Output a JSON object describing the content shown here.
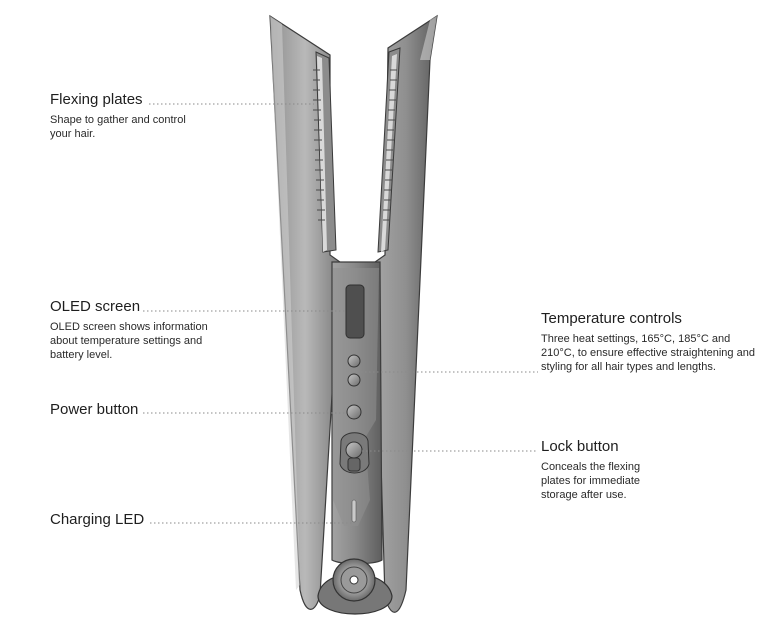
{
  "callouts": {
    "flexing_plates": {
      "title": "Flexing plates",
      "description": "Shape to gather and control your hair."
    },
    "oled_screen": {
      "title": "OLED screen",
      "description": "OLED screen shows information about temperature settings and battery level."
    },
    "power_button": {
      "title": "Power button"
    },
    "charging_led": {
      "title": "Charging LED"
    },
    "temperature_controls": {
      "title": "Temperature controls",
      "description": "Three heat settings, 165°C, 185°C and 210°C, to ensure effective straightening and styling for all hair types and lengths."
    },
    "lock_button": {
      "title": "Lock button",
      "description": "Conceals the flexing plates for immediate storage after use."
    }
  },
  "colors": {
    "body_light": "#b3b3b3",
    "body_dark": "#5f5f5f",
    "leader_line": "#8a8a8a"
  }
}
